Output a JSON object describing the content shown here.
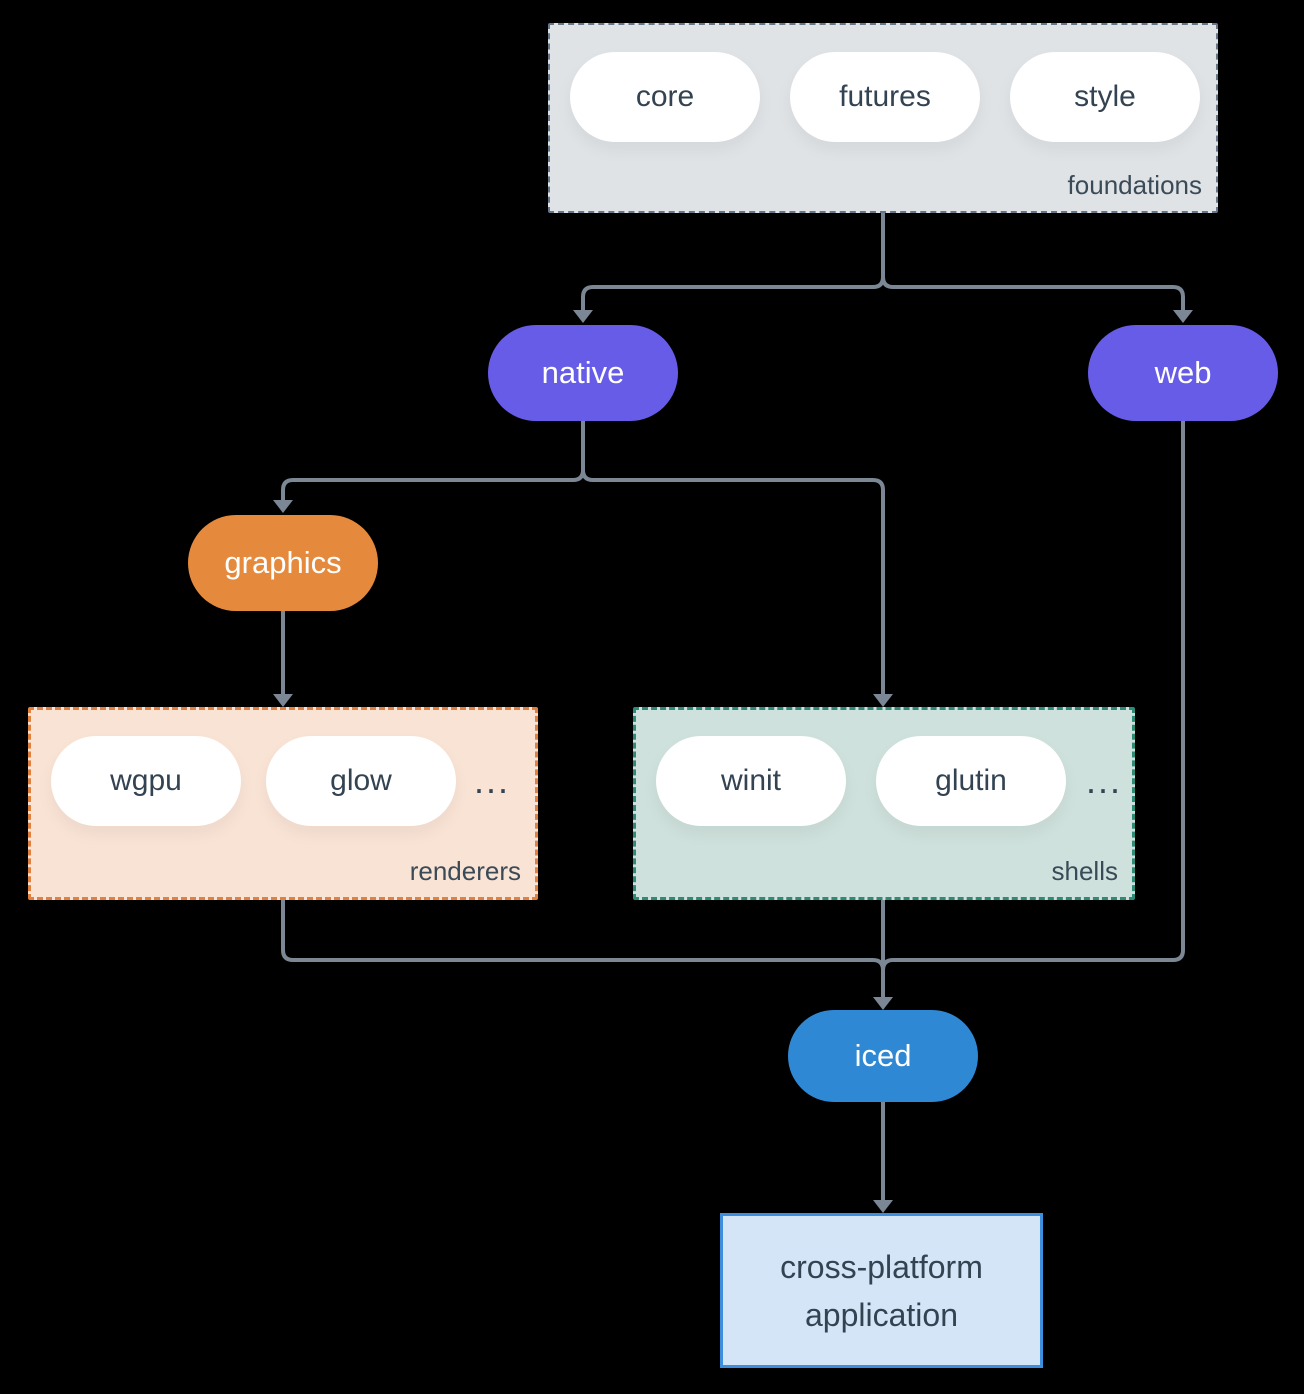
{
  "foundations": {
    "label": "foundations",
    "items": [
      "core",
      "futures",
      "style"
    ]
  },
  "native": {
    "label": "native"
  },
  "web": {
    "label": "web"
  },
  "graphics": {
    "label": "graphics"
  },
  "renderers": {
    "label": "renderers",
    "items": [
      "wgpu",
      "glow"
    ],
    "ellipsis": "..."
  },
  "shells": {
    "label": "shells",
    "items": [
      "winit",
      "glutin"
    ],
    "ellipsis": "..."
  },
  "iced": {
    "label": "iced"
  },
  "app": {
    "line1": "cross-platform",
    "line2": "application"
  },
  "colors": {
    "background": "#000000",
    "connector": "#7b8794",
    "node_purple": "#675ce7",
    "node_orange": "#e58a3c",
    "node_blue": "#2f88d4",
    "pill_white": "#ffffff",
    "text_dark": "#334352",
    "text_light": "#ffffff",
    "foundations_fill": "#dfe3e6",
    "foundations_border": "#67778a",
    "renderers_fill": "#f9e3d5",
    "renderers_border": "#e0813f",
    "shells_fill": "#cfe1dc",
    "shells_border": "#2e8b78",
    "app_fill": "#d4e5f7",
    "app_border": "#3e8ede"
  }
}
